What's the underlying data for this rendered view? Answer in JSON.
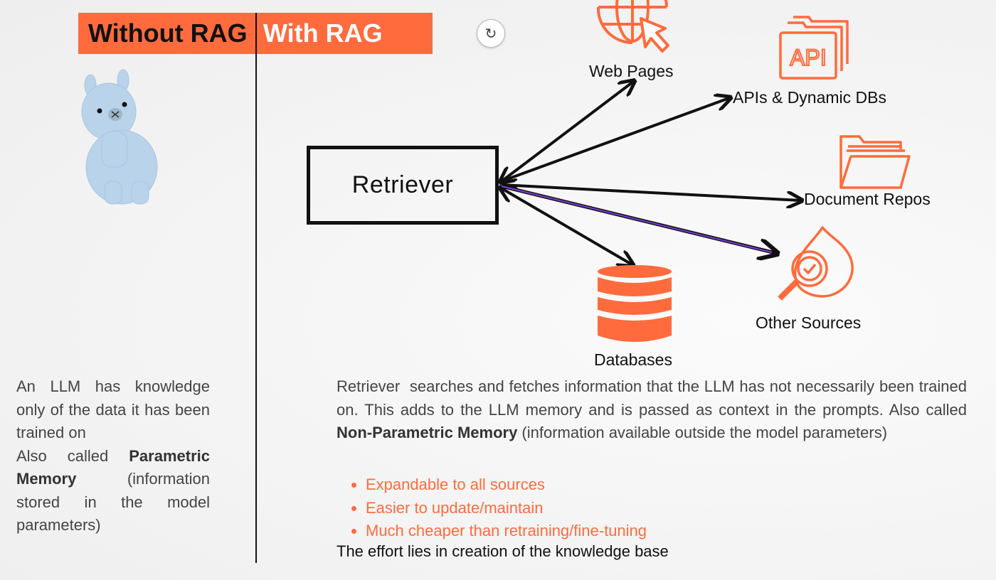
{
  "header": {
    "without_label": "Without RAG",
    "with_label": "With RAG"
  },
  "diagram": {
    "retriever_label": "Retriever",
    "sources": {
      "web": "Web Pages",
      "apis": "APIs & Dynamic DBs",
      "docs": "Document Repos",
      "other": "Other Sources",
      "databases": "Databases"
    },
    "api_icon_text": "API",
    "accent_color": "#ff6b3d",
    "purple_line_color": "#7a3fd9"
  },
  "left": {
    "line1": "An LLM has knowledge only of the data it has been trained on",
    "line2_pre": "Also called ",
    "line2_bold": "Parametric Memory",
    "line2_post": " (information stored in the model parameters)"
  },
  "right": {
    "para_pre": "Retriever  searches and fetches information that the LLM has not necessarily been trained on. This adds to the LLM memory and is passed as context in the prompts. Also called ",
    "para_bold": "Non-Parametric Memory",
    "para_post": " (information available outside the model parameters)",
    "bullets": [
      "Expandable to all sources",
      "Easier to update/maintain",
      "Much cheaper than retraining/fine-tuning"
    ],
    "effort": "The effort lies in creation of the knowledge base"
  }
}
